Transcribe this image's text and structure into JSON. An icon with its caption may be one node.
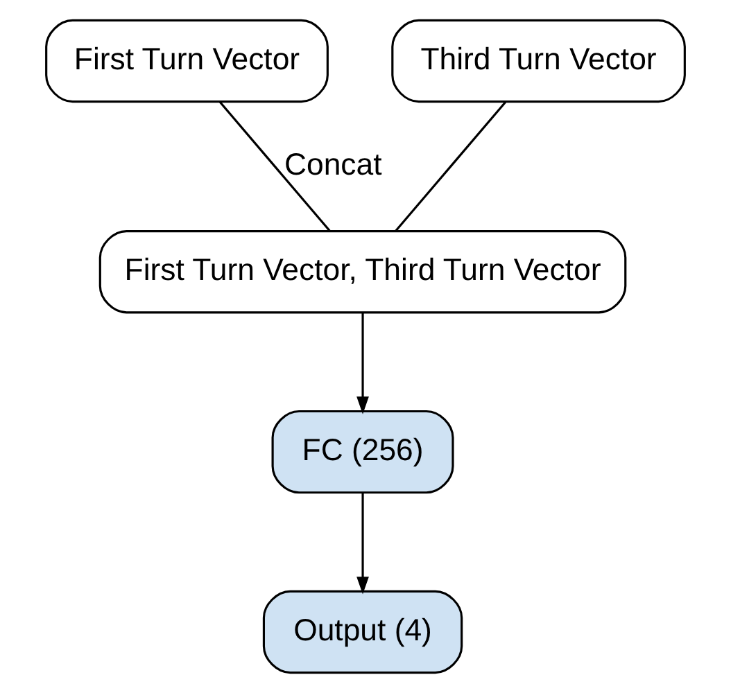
{
  "diagram": {
    "nodes": [
      {
        "text": [
          "First Turn Vector"
        ]
      },
      {
        "text": [
          "Third Turn Vector"
        ]
      },
      {
        "text": [
          "First Turn Vector, Third Turn Vector"
        ]
      },
      {
        "text": [
          "FC (256)"
        ]
      },
      {
        "text": [
          "Output (4)"
        ]
      }
    ],
    "edges": [
      {
        "from": 0,
        "to": 2,
        "arrow": "none",
        "label": "Concat"
      },
      {
        "from": 1,
        "to": 2,
        "arrow": "none"
      },
      {
        "from": 2,
        "to": 3,
        "arrow": "to"
      },
      {
        "from": 3,
        "to": 4,
        "arrow": "to"
      }
    ]
  }
}
